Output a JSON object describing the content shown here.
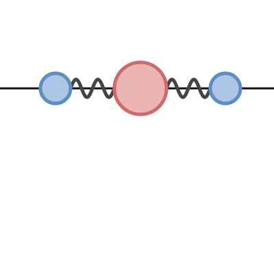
{
  "diagram": {
    "background_color": "#ffffff",
    "axis_color": "#111111",
    "spring_color": "#444444",
    "masses": [
      {
        "kind": "small",
        "fill": "#adc6e5",
        "stroke": "#5b8ec4"
      },
      {
        "kind": "large",
        "fill": "#ebb5b5",
        "stroke": "#d06a6a"
      },
      {
        "kind": "small",
        "fill": "#adc6e5",
        "stroke": "#5b8ec4"
      }
    ],
    "springs": [
      {
        "connects": [
          "mass-left",
          "mass-center"
        ],
        "turns": 2
      },
      {
        "connects": [
          "mass-center",
          "mass-right"
        ],
        "turns": 2
      }
    ]
  }
}
